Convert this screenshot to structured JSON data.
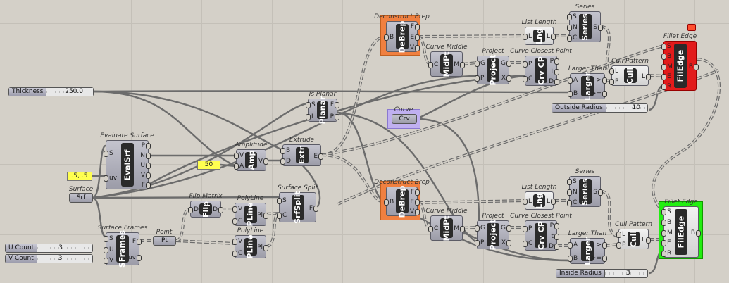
{
  "sliders": {
    "thickness": {
      "label": "Thickness",
      "value": "250.0"
    },
    "u_count": {
      "label": "U Count",
      "value": "3"
    },
    "v_count": {
      "label": "V Count",
      "value": "3"
    },
    "outside_radius": {
      "label": "Outside Radius",
      "value": "10"
    },
    "inside_radius": {
      "label": "Inside Radius",
      "value": "3"
    }
  },
  "panels": {
    "uv": ".5, .5",
    "amplitude_value": "50"
  },
  "params": {
    "surface": {
      "title": "Surface",
      "nick": "Srf"
    },
    "point": {
      "title": "Point",
      "nick": "Pt"
    },
    "curve": {
      "title": "Curve",
      "nick": "Crv"
    }
  },
  "components": {
    "is_planar": {
      "title": "Is Planar",
      "nick": "Planar",
      "in": [
        "S",
        "I"
      ],
      "out": [
        "F",
        "P"
      ]
    },
    "evaluate_surface": {
      "title": "Evaluate Surface",
      "nick": "EvalSrf",
      "in": [
        "S",
        "uv"
      ],
      "out": [
        "P",
        "N",
        "U",
        "V",
        "F"
      ]
    },
    "amplitude": {
      "title": "Amplitude",
      "nick": "Amp",
      "in": [
        "V",
        "A"
      ],
      "out": [
        "V"
      ]
    },
    "extrude": {
      "title": "Extrude",
      "nick": "Extr",
      "in": [
        "B",
        "D"
      ],
      "out": [
        "E"
      ]
    },
    "flip_matrix": {
      "title": "Flip Matrix",
      "nick": "Flip",
      "in": [
        "D"
      ],
      "out": [
        "D"
      ]
    },
    "polyline_1": {
      "title": "PolyLine",
      "nick": "PLine",
      "in": [
        "V",
        "C"
      ],
      "out": [
        "Pl"
      ]
    },
    "polyline_2": {
      "title": "PolyLine",
      "nick": "PLine",
      "in": [
        "V",
        "C"
      ],
      "out": [
        "Pl"
      ]
    },
    "surface_split": {
      "title": "Surface Split",
      "nick": "SrfSplit",
      "in": [
        "S",
        "C"
      ],
      "out": [
        "F"
      ]
    },
    "surface_frames": {
      "title": "Surface Frames",
      "nick": "SFrames",
      "in": [
        "S",
        "U",
        "V"
      ],
      "out": [
        "F",
        "uv"
      ]
    },
    "debrep_top": {
      "title": "Deconstruct Brep",
      "nick": "DeBrep",
      "in": [
        "B"
      ],
      "out": [
        "F",
        "E",
        "V"
      ]
    },
    "listlen_top": {
      "title": "List Length",
      "nick": "Lng",
      "in": [
        "L"
      ],
      "out": [
        "L"
      ]
    },
    "series_top": {
      "title": "Series",
      "nick": "Series",
      "in": [
        "S",
        "N",
        "C"
      ],
      "out": [
        "S"
      ]
    },
    "midpt_top": {
      "title": "Curve Middle",
      "nick": "MidPt",
      "in": [
        "C"
      ],
      "out": [
        "M"
      ]
    },
    "project_top": {
      "title": "Project",
      "nick": "Project",
      "in": [
        "G",
        "P"
      ],
      "out": [
        "G",
        "X"
      ]
    },
    "crvcp_top": {
      "title": "Curve Closest Point",
      "nick": "Crv CP",
      "in": [
        "P",
        "C"
      ],
      "out": [
        "P",
        "t",
        "D"
      ]
    },
    "larger_top": {
      "title": "Larger Than",
      "nick": "Larger",
      "in": [
        "A",
        "B"
      ],
      "out": [
        ">",
        ">="
      ]
    },
    "cull_top": {
      "title": "Cull Pattern",
      "nick": "Cull",
      "in": [
        "L",
        "P"
      ],
      "out": [
        "L"
      ]
    },
    "fillet_top": {
      "title": "Fillet Edge",
      "nick": "FilEdge",
      "in": [
        "S",
        "B",
        "M",
        "E",
        "R"
      ],
      "out": [
        "B"
      ]
    },
    "debrep_bot": {
      "title": "Deconstruct Brep",
      "nick": "DeBrep",
      "in": [
        "B"
      ],
      "out": [
        "F",
        "E",
        "V"
      ]
    },
    "listlen_bot": {
      "title": "List Length",
      "nick": "Lng",
      "in": [
        "L"
      ],
      "out": [
        "L"
      ]
    },
    "series_bot": {
      "title": "Series",
      "nick": "Series",
      "in": [
        "S",
        "N",
        "C"
      ],
      "out": [
        "S"
      ]
    },
    "midpt_bot": {
      "title": "Curve Middle",
      "nick": "MidPt",
      "in": [
        "C"
      ],
      "out": [
        "M"
      ]
    },
    "project_bot": {
      "title": "Project",
      "nick": "Project",
      "in": [
        "G",
        "P"
      ],
      "out": [
        "G",
        "X"
      ]
    },
    "crvcp_bot": {
      "title": "Curve Closest Point",
      "nick": "Crv CP",
      "in": [
        "P",
        "C"
      ],
      "out": [
        "P",
        "t",
        "D"
      ]
    },
    "larger_bot": {
      "title": "Larger Than",
      "nick": "Larger",
      "in": [
        "A",
        "B"
      ],
      "out": [
        ">",
        ">="
      ]
    },
    "cull_bot": {
      "title": "Cull Pattern",
      "nick": "Cull",
      "in": [
        "L",
        "P"
      ],
      "out": [
        "L"
      ]
    },
    "fillet_bot": {
      "title": "Fillet Edge",
      "nick": "FilEdge",
      "in": [
        "S",
        "B",
        "M",
        "E",
        "R"
      ],
      "out": [
        "B"
      ]
    }
  },
  "colors": {
    "canvas": "#d4d0c8",
    "selected_orange": "#f08040",
    "curve_purple": "#c0b0f0",
    "fillet_error_red": "#e21b1b",
    "fillet_ok_green": "#22ee11",
    "panel_yellow": "#ffff50"
  }
}
